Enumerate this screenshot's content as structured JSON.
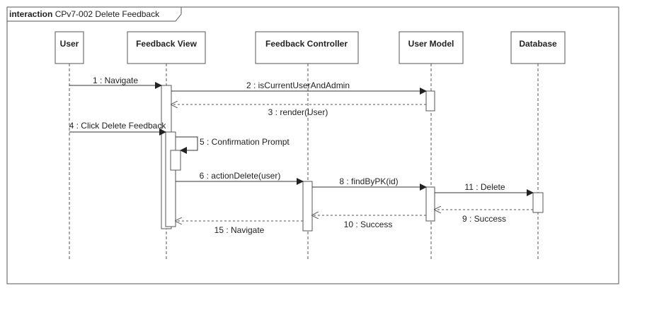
{
  "frame": {
    "keyword": "interaction",
    "title": "CPv7-002 Delete Feedback"
  },
  "participants": [
    {
      "id": "user",
      "name": "User"
    },
    {
      "id": "view",
      "name": "Feedback View"
    },
    {
      "id": "controller",
      "name": "Feedback Controller"
    },
    {
      "id": "model",
      "name": "User Model"
    },
    {
      "id": "db",
      "name": "Database"
    }
  ],
  "messages": [
    {
      "label": "1 : Navigate",
      "from": "user",
      "to": "view",
      "kind": "sync"
    },
    {
      "label": "2 : isCurrentUserAndAdmin",
      "from": "view",
      "to": "model",
      "kind": "sync"
    },
    {
      "label": "3 : render(User)",
      "from": "model",
      "to": "view",
      "kind": "return"
    },
    {
      "label": "4 : Click Delete Feedback",
      "from": "user",
      "to": "view",
      "kind": "sync"
    },
    {
      "label": "5 : Confirmation Prompt",
      "from": "view",
      "to": "view",
      "kind": "self"
    },
    {
      "label": "6 : actionDelete(user)",
      "from": "view",
      "to": "controller",
      "kind": "sync"
    },
    {
      "label": "8 : findByPK(id)",
      "from": "controller",
      "to": "model",
      "kind": "sync"
    },
    {
      "label": "11 : Delete",
      "from": "model",
      "to": "db",
      "kind": "sync"
    },
    {
      "label": "9 : Success",
      "from": "db",
      "to": "model",
      "kind": "return"
    },
    {
      "label": "10 : Success",
      "from": "model",
      "to": "controller",
      "kind": "return"
    },
    {
      "label": "15 : Navigate",
      "from": "controller",
      "to": "view",
      "kind": "return"
    }
  ]
}
